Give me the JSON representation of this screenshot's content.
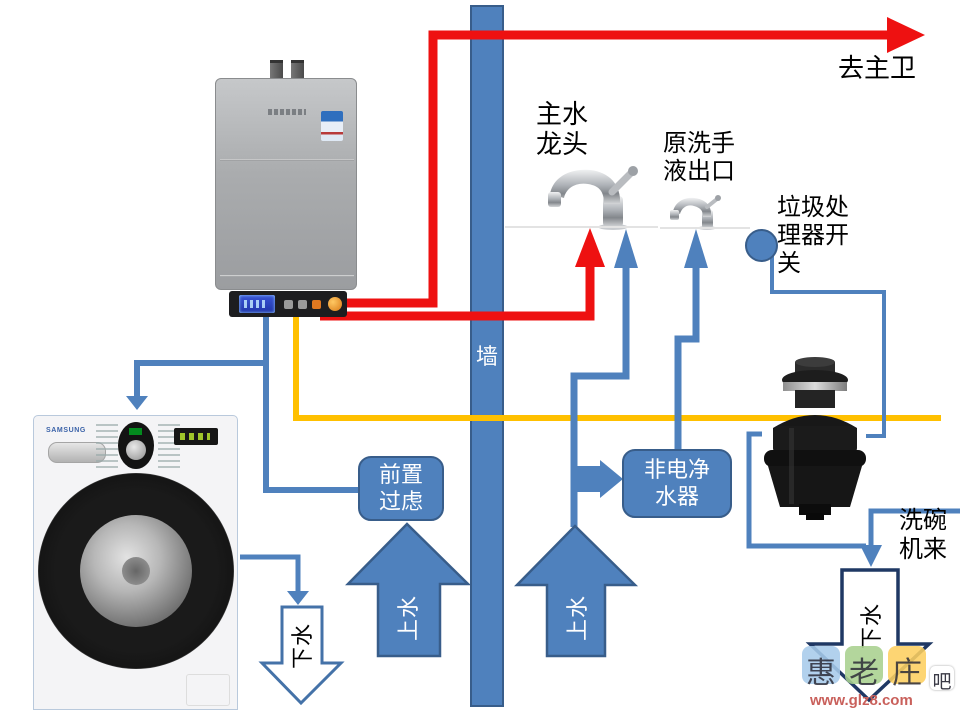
{
  "colors": {
    "pipe_blue": "#4f81bd",
    "pipe_blue_dark": "#385d8a",
    "pipe_red": "#ee1111",
    "pipe_yellow": "#ffc000",
    "arrow_outline_navy": "#1f3864",
    "watermark_red": "#c9605b"
  },
  "wall": {
    "label": "墙"
  },
  "labels": {
    "to_master_bath": "去主卫",
    "main_faucet": [
      "主水",
      "龙头"
    ],
    "soap_outlet": [
      "原洗手",
      "液出口"
    ],
    "disposal_switch": [
      "垃圾处",
      "理器开",
      "关"
    ],
    "dishwasher_in": [
      "洗碗",
      "机来"
    ]
  },
  "boxes": {
    "pre_filter": [
      "前置",
      "过虑"
    ],
    "purifier": [
      "非电净",
      "水器"
    ]
  },
  "flow_arrows": {
    "supply_left": "上水",
    "supply_mid": "上水",
    "drain_washer": "下水",
    "drain_right": "下水"
  },
  "appliances": {
    "washer_brand": "SAMSUNG"
  },
  "watermark": {
    "chars": [
      "惠",
      "老",
      "庄",
      "吧"
    ],
    "url": "www.glz8.com"
  }
}
